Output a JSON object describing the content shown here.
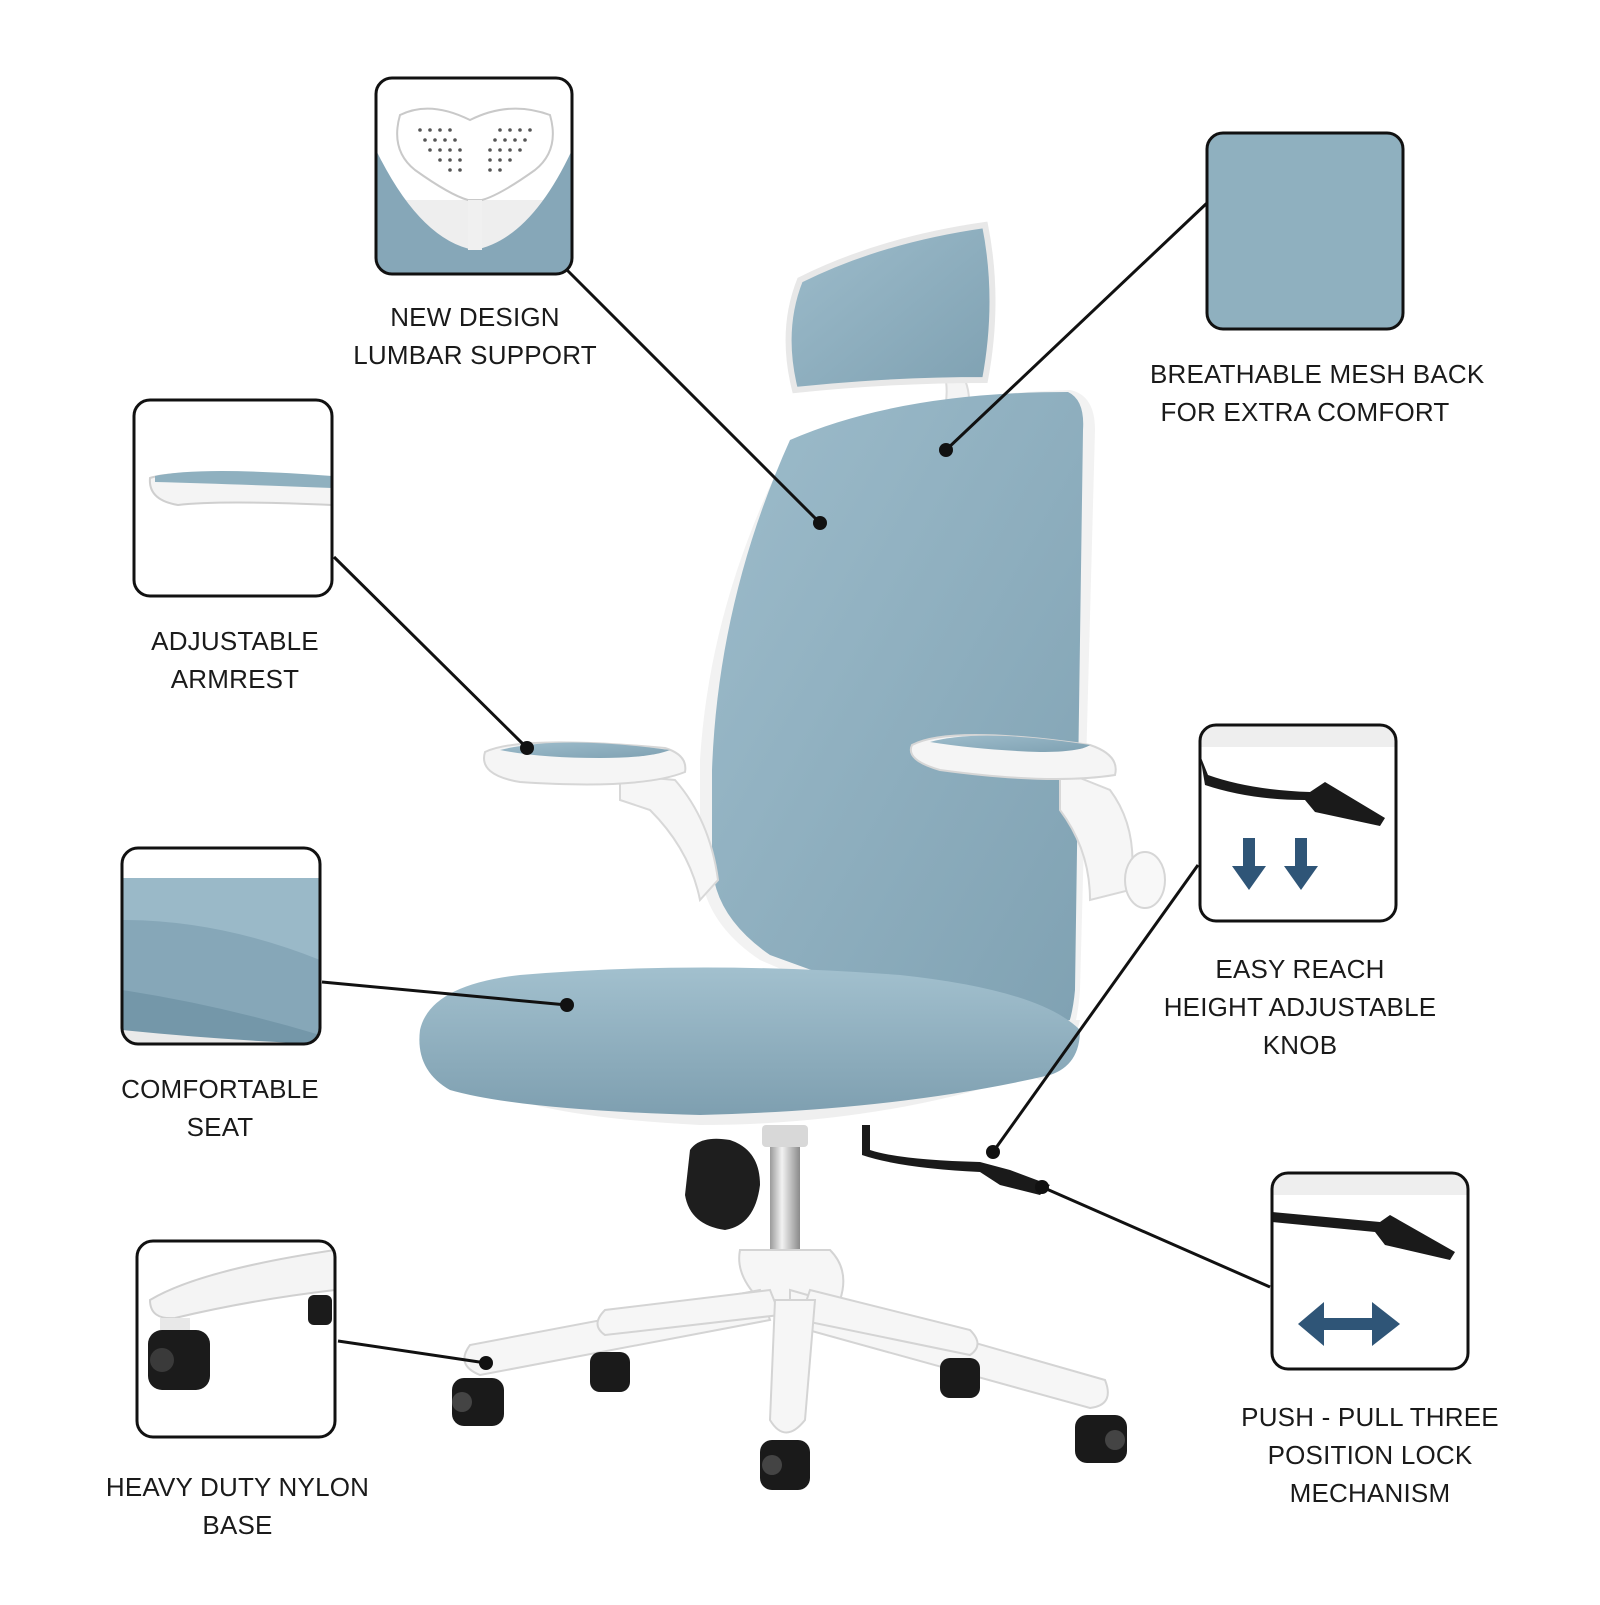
{
  "colors": {
    "fabric": "#8fb0bf",
    "fabric_dark": "#7d9fb0",
    "frame": "#ffffff",
    "outline": "#111111",
    "arrow_blue": "#2f5577"
  },
  "callouts": {
    "lumbar": {
      "line1": "NEW DESIGN",
      "line2": "LUMBAR SUPPORT",
      "icon": "lumbar-support-icon"
    },
    "mesh_back": {
      "line1": "BREATHABLE MESH BACK",
      "line2": "FOR EXTRA COMFORT",
      "icon": "mesh-swatch-icon"
    },
    "armrest": {
      "line1": "ADJUSTABLE",
      "line2": "ARMREST",
      "icon": "armrest-icon"
    },
    "seat": {
      "line1": "COMFORTABLE",
      "line2": "SEAT",
      "icon": "seat-cushion-icon"
    },
    "height_knob": {
      "line1": "EASY REACH",
      "line2": "HEIGHT ADJUSTABLE",
      "line3": "KNOB",
      "icon": "double-down-arrow-icon"
    },
    "lock_mechanism": {
      "line1": "PUSH - PULL THREE",
      "line2": "POSITION LOCK",
      "line3": "MECHANISM",
      "icon": "double-headed-arrow-icon"
    },
    "base": {
      "line1": "HEAVY DUTY NYLON",
      "line2": "BASE",
      "icon": "caster-wheel-icon"
    }
  }
}
